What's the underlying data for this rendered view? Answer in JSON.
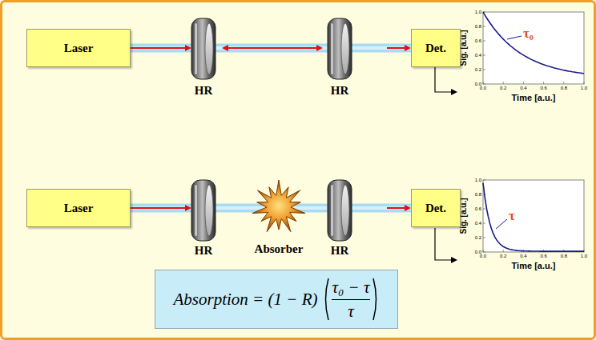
{
  "diagram": {
    "nodes": [
      {
        "text": [
          "Laser"
        ]
      },
      {
        "text": [
          "Det."
        ]
      },
      {
        "text": [
          "Laser"
        ]
      },
      {
        "text": [
          "Det."
        ]
      },
      {
        "text": [
          "Absorption = (1 − R)",
          "τ₀ − τ",
          "τ"
        ]
      }
    ],
    "edges": [
      {
        "from": 0,
        "to": 1,
        "arrow": "to"
      },
      {
        "from": 2,
        "to": 3,
        "arrow": "to"
      }
    ],
    "labels": [
      "HR",
      "HR",
      "HR",
      "Absorber",
      "HR",
      "Sig. [a.u.]",
      "Time [a.u.]",
      "τ₀",
      "1.0",
      "0.8",
      "0.6",
      "0.4",
      "0.2",
      "0.0",
      "0.0",
      "0.2",
      "0.4",
      "0.6",
      "0.8",
      "1.0",
      "Sig. [a.u.]",
      "Time [a.u.]",
      "τ",
      "1.0",
      "0.8",
      "0.6",
      "0.4",
      "0.2",
      "0.0",
      "0.0",
      "0.2",
      "0.4",
      "0.6",
      "0.8",
      "1.0"
    ]
  }
}
